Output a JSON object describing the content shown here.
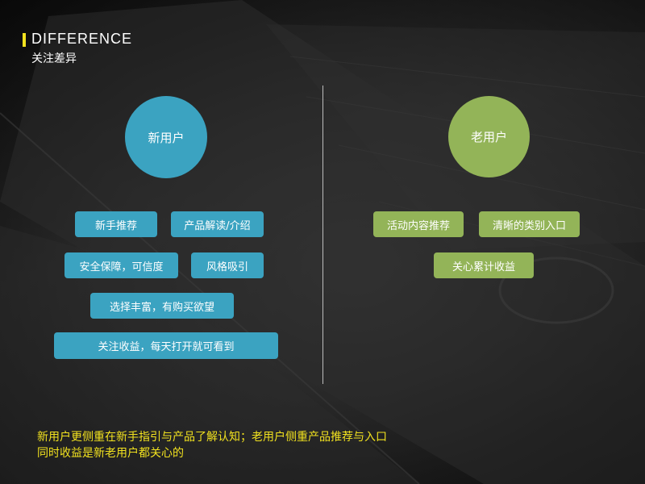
{
  "colors": {
    "accent_yellow": "#f2e21f",
    "new_user_blue": "#3ba3c1",
    "old_user_green": "#93b458"
  },
  "header": {
    "title": "DIFFERENCE",
    "subtitle": "关注差异"
  },
  "new_users": {
    "label": "新用户",
    "tags": [
      "新手推荐",
      "产品解读/介绍",
      "安全保障，可信度",
      "风格吸引",
      "选择丰富，有购买欲望",
      "关注收益，每天打开就可看到"
    ]
  },
  "old_users": {
    "label": "老用户",
    "tags": [
      "活动内容推荐",
      "清晰的类别入口",
      "关心累计收益"
    ]
  },
  "footer": {
    "line1": "新用户更侧重在新手指引与产品了解认知；老用户侧重产品推荐与入口",
    "line2": "同时收益是新老用户都关心的"
  }
}
